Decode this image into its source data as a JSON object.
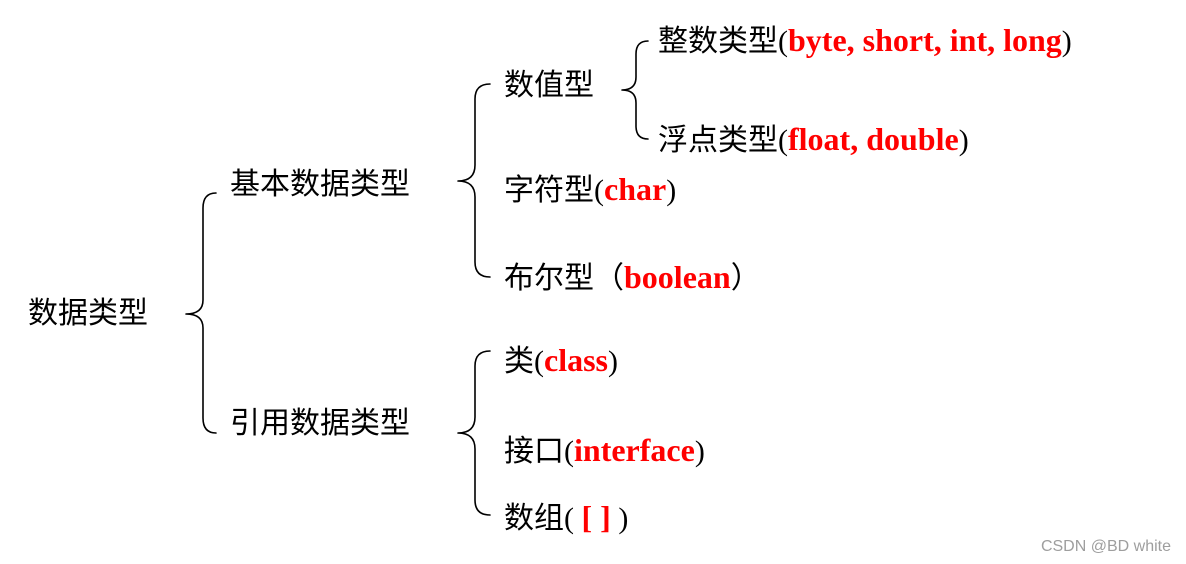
{
  "root": {
    "label": "数据类型"
  },
  "primitive": {
    "label": "基本数据类型",
    "numeric": {
      "label": "数值型",
      "integer": {
        "label": "整数类型",
        "open": "(",
        "keywords": "byte, short, int, long",
        "close": ")"
      },
      "float": {
        "label": "浮点类型",
        "open": "(",
        "keywords": "float, double",
        "close": ")"
      }
    },
    "char": {
      "label": "字符型",
      "open": "(",
      "keywords": "char",
      "close": ")"
    },
    "boolean": {
      "label": "布尔型",
      "open": "（",
      "keywords": "boolean",
      "close": "）"
    }
  },
  "reference": {
    "label": "引用数据类型",
    "class": {
      "label": "类",
      "open": "(",
      "keywords": "class",
      "close": ")"
    },
    "interface": {
      "label": "接口",
      "open": "(",
      "keywords": "interface",
      "close": ")"
    },
    "array": {
      "label": "数组",
      "open": "( ",
      "keywords": "[ ]",
      "close": " )"
    }
  },
  "watermark": "CSDN @BD white",
  "colors": {
    "keyword": "#ff0000",
    "text": "#000000",
    "watermark": "#9e9e9e"
  }
}
